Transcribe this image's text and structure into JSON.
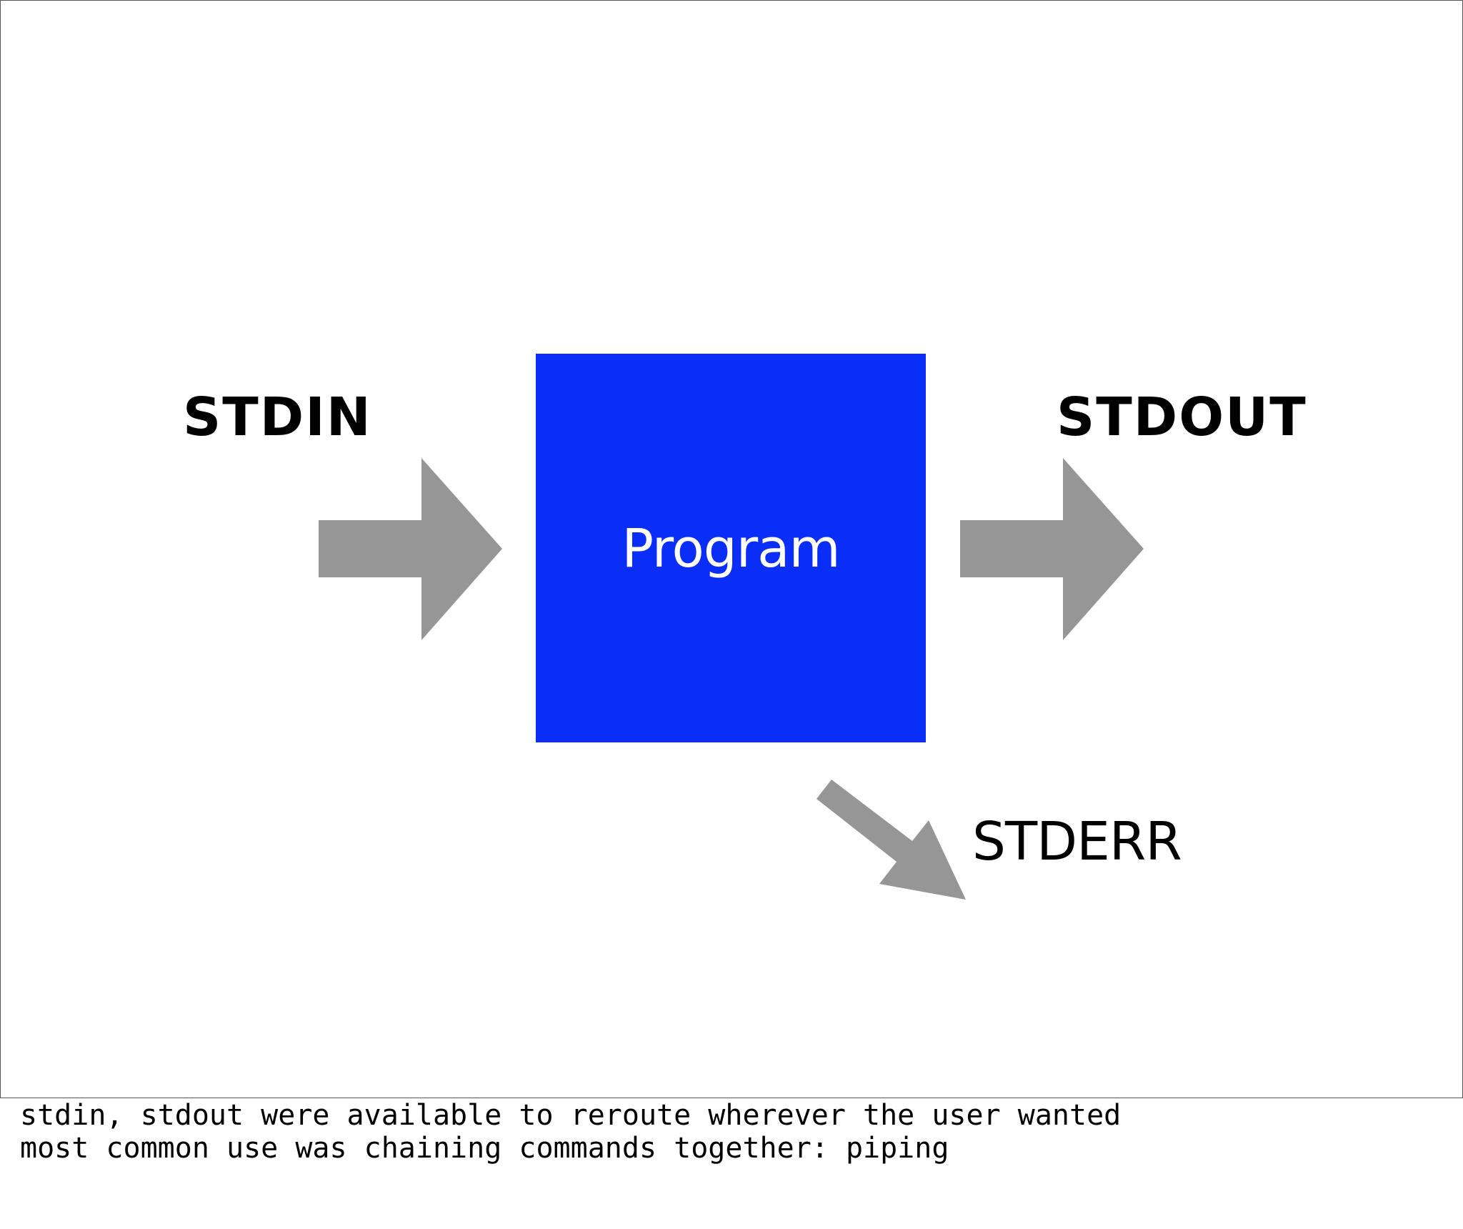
{
  "labels": {
    "input": "STDIN",
    "output": "STDOUT",
    "error": "STDERR",
    "process": "Program"
  },
  "colors": {
    "program_box": "#0b2df8",
    "arrow": "#969696",
    "label": "#000000",
    "process_text": "#ffffff"
  },
  "notes": [
    "stdin, stdout were available to reroute wherever the user wanted",
    "most common use was chaining commands together: piping"
  ]
}
